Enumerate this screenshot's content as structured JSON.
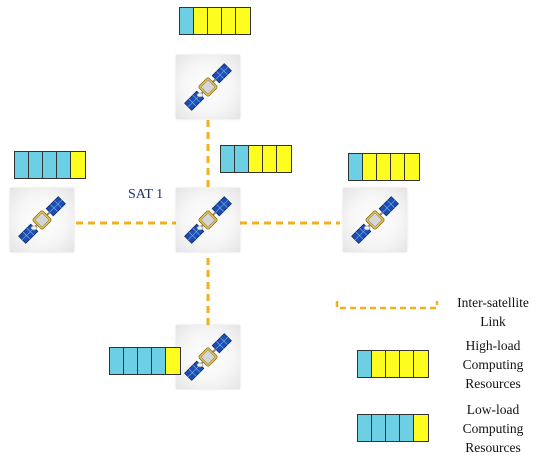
{
  "colors": {
    "cyan": "#6ccfe3",
    "yellow": "#fdfd20",
    "link": "#f2b01e",
    "label": "#1f2f6b"
  },
  "icons": {
    "satellite": "satellite-icon"
  },
  "labels": {
    "center_sat": "SAT 1"
  },
  "nodes": [
    {
      "id": "top",
      "name": "satellite-top",
      "resources": [
        "cyan",
        "yellow",
        "yellow",
        "yellow",
        "yellow"
      ]
    },
    {
      "id": "left",
      "name": "satellite-left",
      "resources": [
        "cyan",
        "cyan",
        "cyan",
        "cyan",
        "yellow"
      ]
    },
    {
      "id": "center",
      "name": "satellite-center",
      "resources": [
        "cyan",
        "cyan",
        "yellow",
        "yellow",
        "yellow"
      ]
    },
    {
      "id": "right",
      "name": "satellite-right",
      "resources": [
        "cyan",
        "yellow",
        "yellow",
        "yellow",
        "yellow"
      ]
    },
    {
      "id": "bottom",
      "name": "satellite-bottom",
      "resources": [
        "cyan",
        "cyan",
        "cyan",
        "cyan",
        "yellow"
      ]
    }
  ],
  "legend": {
    "link_label": "Inter-satellite Link",
    "link_lines": [
      "Inter-satellite",
      "Link"
    ],
    "high_lines": [
      "High-load",
      "Computing",
      "Resources"
    ],
    "high_resources": [
      "cyan",
      "yellow",
      "yellow",
      "yellow",
      "yellow"
    ],
    "low_lines": [
      "Low-load",
      "Computing",
      "Resources"
    ],
    "low_resources": [
      "cyan",
      "cyan",
      "cyan",
      "cyan",
      "yellow"
    ]
  }
}
